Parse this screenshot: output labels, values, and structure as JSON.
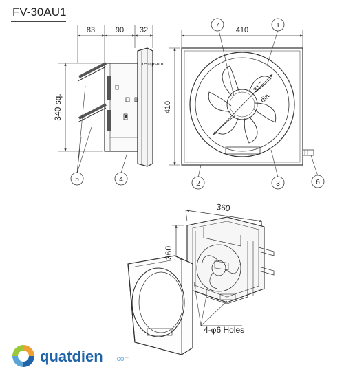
{
  "title": "FV-30AU1",
  "side_view": {
    "dim_top": [
      "83",
      "90",
      "32"
    ],
    "dim_left": "340 sq.",
    "label_text": "Loremipsum",
    "callouts": [
      "5",
      "4"
    ]
  },
  "front_view": {
    "dim_top": "410",
    "dim_left": "410",
    "diameter_value": "317",
    "diameter_unit": "dia.",
    "callouts": [
      "7",
      "1",
      "2",
      "3",
      "6"
    ]
  },
  "iso_view": {
    "dim_width": "360",
    "dim_height": "360",
    "holes_label": "4-φ6 Holes"
  },
  "logo": {
    "name": "quatdien",
    "suffix": ".com",
    "brand_color": "#1f63a8",
    "accent_color": "#f0a030"
  }
}
